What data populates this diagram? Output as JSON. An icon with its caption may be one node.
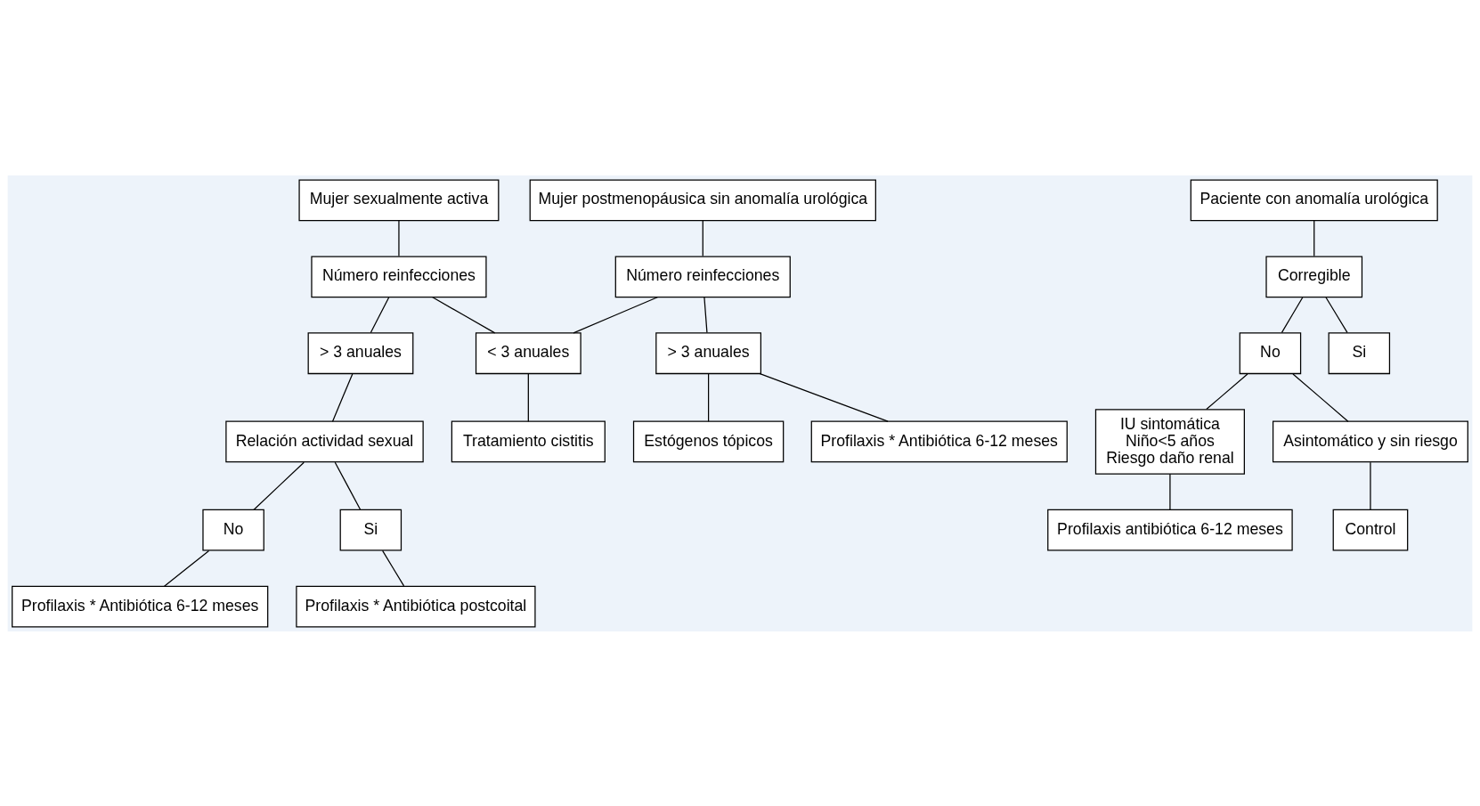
{
  "diagram": {
    "nodes": [
      {
        "text": [
          "Mujer sexualmente activa"
        ]
      },
      {
        "text": [
          "Mujer postmenopáusica sin anomalía urológica"
        ]
      },
      {
        "text": [
          "Paciente con anomalía urológica"
        ]
      },
      {
        "text": [
          "Número reinfecciones"
        ]
      },
      {
        "text": [
          "Número reinfecciones"
        ]
      },
      {
        "text": [
          "Corregible"
        ]
      },
      {
        "text": [
          "> 3 anuales"
        ]
      },
      {
        "text": [
          "< 3 anuales"
        ]
      },
      {
        "text": [
          "> 3 anuales"
        ]
      },
      {
        "text": [
          "No"
        ]
      },
      {
        "text": [
          "Si"
        ]
      },
      {
        "text": [
          "Relación actividad sexual"
        ]
      },
      {
        "text": [
          "Tratamiento cistitis"
        ]
      },
      {
        "text": [
          "Estógenos tópicos"
        ]
      },
      {
        "text": [
          "Profilaxis * Antibiótica 6-12 meses"
        ]
      },
      {
        "text": [
          "IU sintomática",
          "Niño<5 años",
          "Riesgo daño renal"
        ]
      },
      {
        "text": [
          "Asintomático y sin riesgo"
        ]
      },
      {
        "text": [
          "No"
        ]
      },
      {
        "text": [
          "Si"
        ]
      },
      {
        "text": [
          "Profilaxis antibiótica 6-12 meses"
        ]
      },
      {
        "text": [
          "Control"
        ]
      },
      {
        "text": [
          "Profilaxis * Antibiótica 6-12 meses"
        ]
      },
      {
        "text": [
          "Profilaxis * Antibiótica postcoital"
        ]
      }
    ],
    "edges": [
      {
        "from": 0,
        "to": 3,
        "arrow": "none"
      },
      {
        "from": 1,
        "to": 4,
        "arrow": "none"
      },
      {
        "from": 2,
        "to": 5,
        "arrow": "none"
      },
      {
        "from": 3,
        "to": 6,
        "arrow": "none"
      },
      {
        "from": 3,
        "to": 7,
        "arrow": "none"
      },
      {
        "from": 4,
        "to": 7,
        "arrow": "none"
      },
      {
        "from": 4,
        "to": 8,
        "arrow": "none"
      },
      {
        "from": 5,
        "to": 9,
        "arrow": "none"
      },
      {
        "from": 5,
        "to": 10,
        "arrow": "none"
      },
      {
        "from": 6,
        "to": 11,
        "arrow": "none"
      },
      {
        "from": 7,
        "to": 12,
        "arrow": "none"
      },
      {
        "from": 8,
        "to": 13,
        "arrow": "none"
      },
      {
        "from": 8,
        "to": 14,
        "arrow": "none"
      },
      {
        "from": 9,
        "to": 15,
        "arrow": "none"
      },
      {
        "from": 9,
        "to": 16,
        "arrow": "none"
      },
      {
        "from": 11,
        "to": 17,
        "arrow": "none"
      },
      {
        "from": 11,
        "to": 18,
        "arrow": "none"
      },
      {
        "from": 15,
        "to": 19,
        "arrow": "none"
      },
      {
        "from": 16,
        "to": 20,
        "arrow": "none"
      },
      {
        "from": 17,
        "to": 21,
        "arrow": "none"
      },
      {
        "from": 18,
        "to": 22,
        "arrow": "none"
      }
    ]
  }
}
